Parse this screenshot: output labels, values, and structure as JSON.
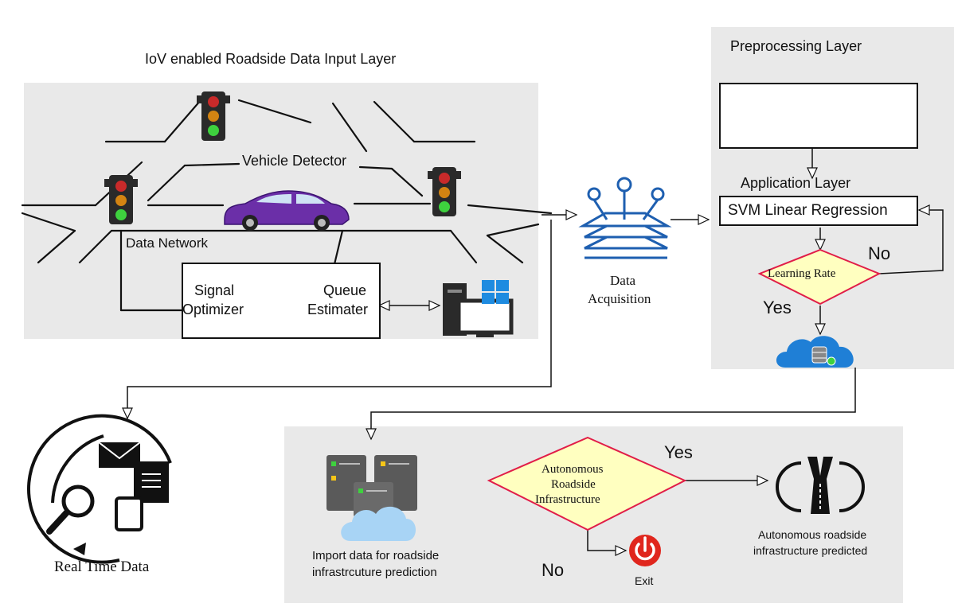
{
  "input_layer": {
    "title": "IoV enabled Roadside Data Input Layer",
    "vehicle_detector": "Vehicle Detector",
    "data_network": "Data Network",
    "signal_label": "Signal",
    "optimizer_label": "Optimizer",
    "queue_label": "Queue",
    "estimater_label": "Estimater"
  },
  "data_acquisition": {
    "line1": "Data",
    "line2": "Acquisition"
  },
  "preprocessing": {
    "title": "Preprocessing Layer",
    "application_layer": "Application Layer",
    "svm_label": "SVM Linear Regression",
    "decision_label": "Learning Rate",
    "yes_label": "Yes",
    "no_label": "No"
  },
  "real_time": {
    "label": "Real Time Data"
  },
  "prediction": {
    "import_line1": "Import data for roadside",
    "import_line2": "infrastrcuture prediction",
    "decision_line1": "Autonomous",
    "decision_line2": "Roadside",
    "decision_line3": "Infrastructure",
    "yes_label": "Yes",
    "no_label": "No",
    "exit_label": "Exit",
    "result_line1": "Autonomous roadside",
    "result_line2": "infrastructure predicted"
  },
  "colors": {
    "panel": "#e9e9e9",
    "diamond_fill": "#ffffc0",
    "diamond_stroke": "#e11d48",
    "car": "#6b2fa8",
    "recycle_green": "#2dbb3a",
    "cloud_blue": "#1f7fd6",
    "exit_red": "#e0261d",
    "acq_blue": "#1e5fb0"
  }
}
